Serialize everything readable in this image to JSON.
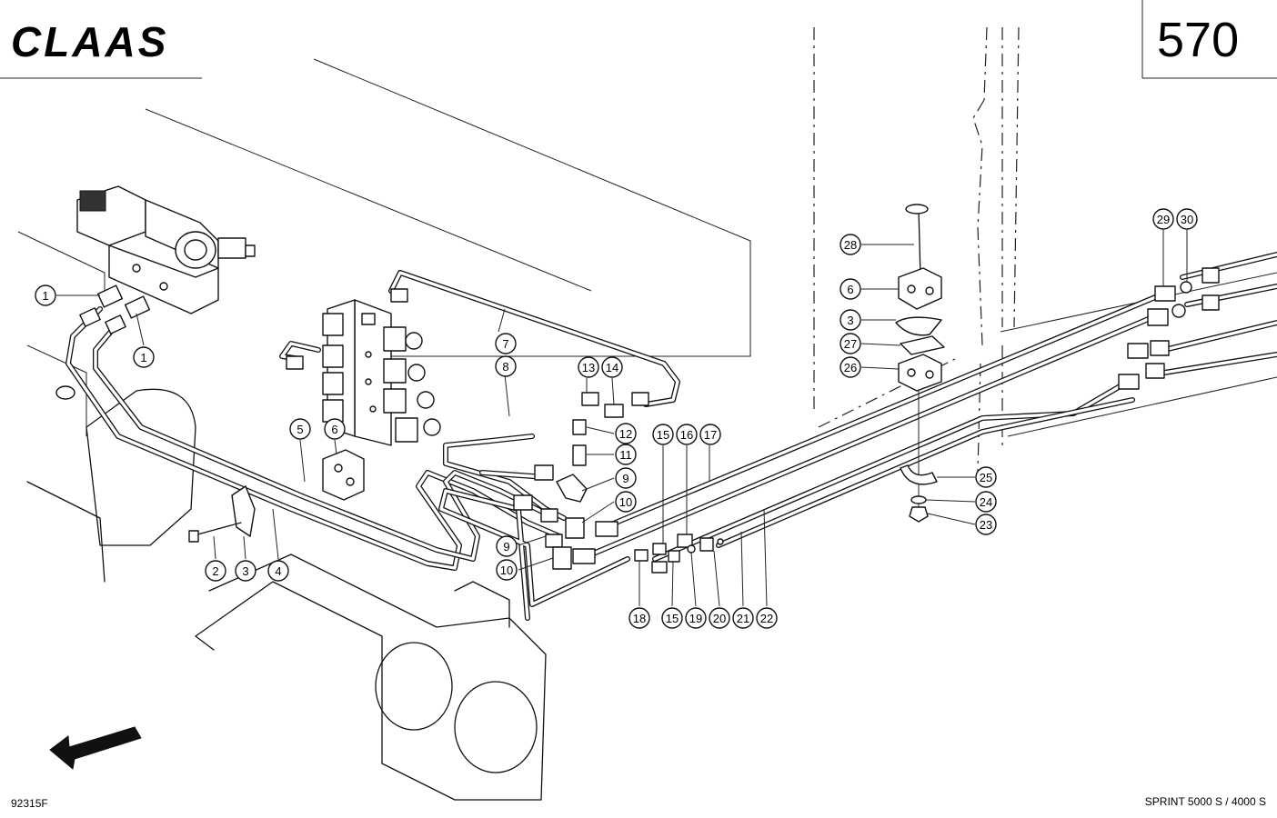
{
  "header": {
    "brand": "CLAAS",
    "page_number": "570"
  },
  "footer": {
    "drawing_number": "92315F",
    "model": "SPRINT 5000 S / 4000 S"
  },
  "callouts": [
    "1",
    "1",
    "2",
    "3",
    "3",
    "4",
    "5",
    "6",
    "6",
    "7",
    "8",
    "9",
    "9",
    "10",
    "10",
    "11",
    "12",
    "13",
    "14",
    "15",
    "15",
    "16",
    "17",
    "18",
    "19",
    "20",
    "21",
    "22",
    "23",
    "24",
    "25",
    "26",
    "27",
    "28",
    "29",
    "30"
  ],
  "icons": {
    "direction": "arrow-icon"
  }
}
